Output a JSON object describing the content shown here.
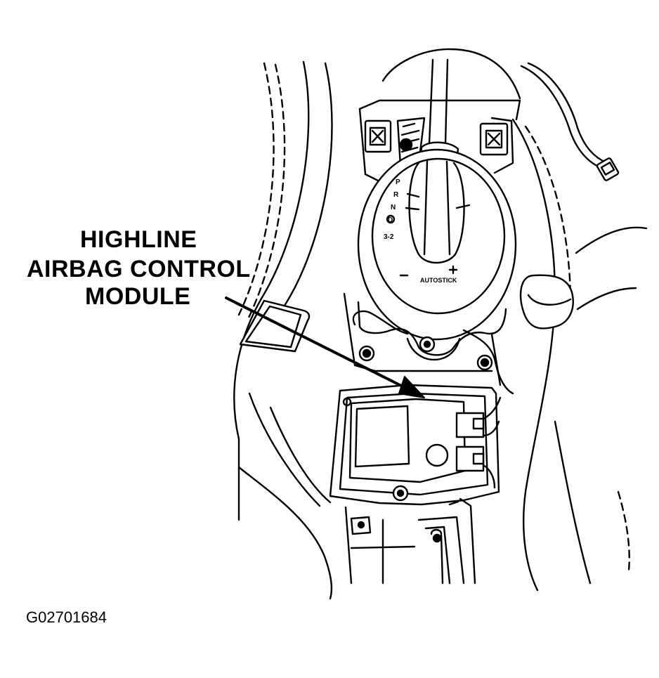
{
  "callout": {
    "line1": "HIGHLINE",
    "line2": "AIRBAG CONTROL",
    "line3": "MODULE"
  },
  "figure_id": "G02701684",
  "shifter": {
    "autostick_label": "AUTOSTICK",
    "gears": [
      "P",
      "R",
      "N",
      "D",
      "3-2"
    ]
  },
  "colors": {
    "ink": "#000000",
    "paper": "#ffffff"
  }
}
